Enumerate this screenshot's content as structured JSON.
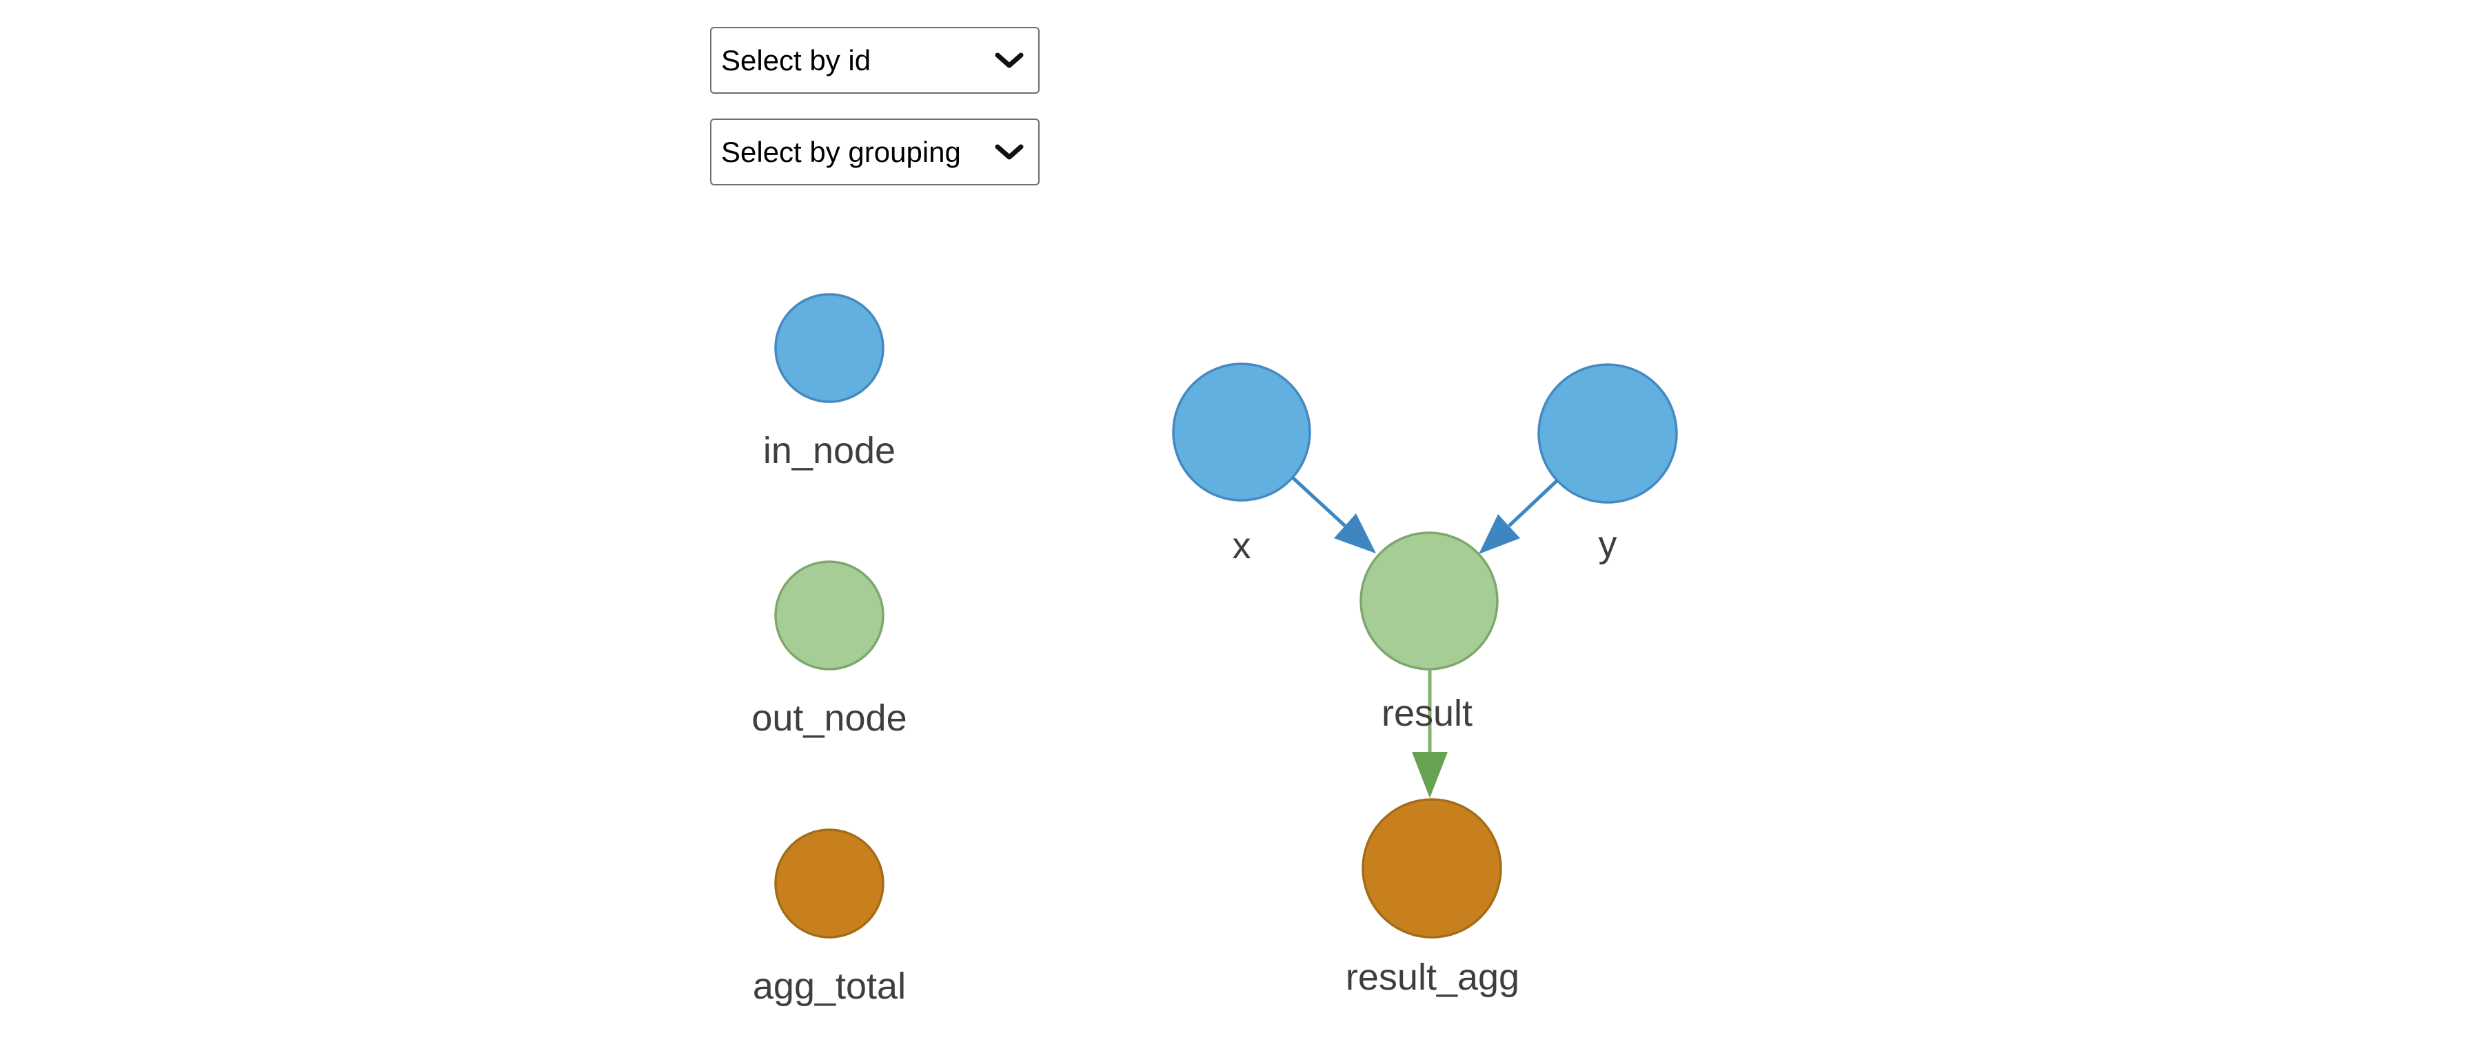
{
  "controls": {
    "id_select": {
      "value": "Select by id",
      "icon": "chevron-down"
    },
    "grouping_select": {
      "value": "Select by grouping",
      "icon": "chevron-down"
    }
  },
  "legend": {
    "items": [
      {
        "label": "in_node",
        "fill": "#61b0df",
        "stroke": "#4589c2"
      },
      {
        "label": "out_node",
        "fill": "#a6cd96",
        "stroke": "#7ea86b"
      },
      {
        "label": "agg_total",
        "fill": "#c8801f",
        "stroke": "#a36d17"
      }
    ]
  },
  "graph": {
    "nodes": [
      {
        "id": "x",
        "label": "x",
        "type": "in_node",
        "fill": "#61b0df",
        "stroke": "#4589c2"
      },
      {
        "id": "y",
        "label": "y",
        "type": "in_node",
        "fill": "#61b0df",
        "stroke": "#4589c2"
      },
      {
        "id": "result",
        "label": "result",
        "type": "out_node",
        "fill": "#a6cd96",
        "stroke": "#7ea86b"
      },
      {
        "id": "result_agg",
        "label": "result_agg",
        "type": "agg_total",
        "fill": "#c8801f",
        "stroke": "#a36d17"
      }
    ],
    "edges": [
      {
        "from": "x",
        "to": "result",
        "line_color": "#3e86c2",
        "head_color": "#3e86c2"
      },
      {
        "from": "y",
        "to": "result",
        "line_color": "#3e86c2",
        "head_color": "#3e86c2"
      },
      {
        "from": "result",
        "to": "result_agg",
        "line_color": "#85ae70",
        "head_color": "#66a251"
      }
    ]
  },
  "colors": {
    "background": "#ffffff",
    "label_text": "#3e3e3e",
    "select_border": "#6e6e6e"
  }
}
